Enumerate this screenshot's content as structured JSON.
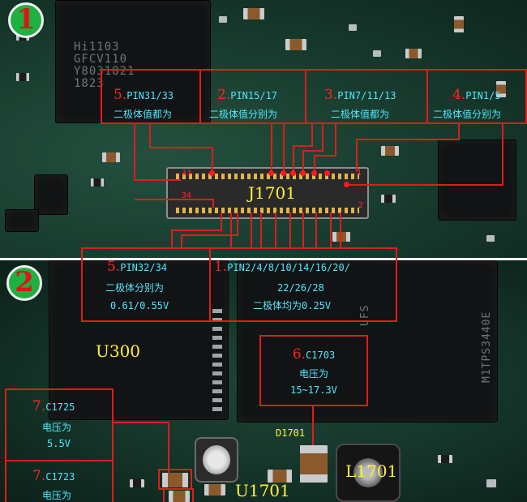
{
  "panel1": {
    "badge": "1",
    "chip_markings": "Hi1103\nGFCV110\nY8031821\n1823",
    "connector_label": "J1701",
    "pin_labels": {
      "p33": "33",
      "p1": "1",
      "p34": "34",
      "p2": "2"
    },
    "callouts": [
      {
        "num": "5.",
        "pins": "PIN31/33",
        "desc": "二极体值都为"
      },
      {
        "num": "2.",
        "pins": "PIN15/17",
        "desc": "二极体值分别为"
      },
      {
        "num": "3.",
        "pins": "PIN7/11/13",
        "desc": "二极体值都为"
      },
      {
        "num": "4.",
        "pins": "PIN1/5",
        "desc": "二极体值分别为"
      },
      {
        "num": "5.",
        "pins": "PIN32/34",
        "desc": "二极体分别为",
        "value": "0.61/0.55V"
      },
      {
        "num": "1.",
        "pins": "PIN2/4/8/10/14/16/20/",
        "pins2": "22/26/28",
        "desc": "二极体均为0.25V"
      }
    ]
  },
  "panel2": {
    "badge": "2",
    "labels": {
      "u300": "U300",
      "u1701": "U1701",
      "l1701": "L1701",
      "d1701": "D1701"
    },
    "chip_right_marking": "M1TPS3440E",
    "chip_left_marking": "UFS",
    "callouts": [
      {
        "num": "6.",
        "ref": "C1703",
        "desc": "电压为",
        "value": "15~17.3V"
      },
      {
        "num": "7.",
        "ref": "C1725",
        "desc": "电压为",
        "value": "5.5V"
      },
      {
        "num": "7.",
        "ref": "C1723",
        "desc": "电压为"
      }
    ]
  },
  "colors": {
    "annotation_red": "#e21b1b",
    "label_cyan": "#4fe7ff",
    "label_yellow": "#fff23a",
    "badge_green": "#1fb042"
  }
}
